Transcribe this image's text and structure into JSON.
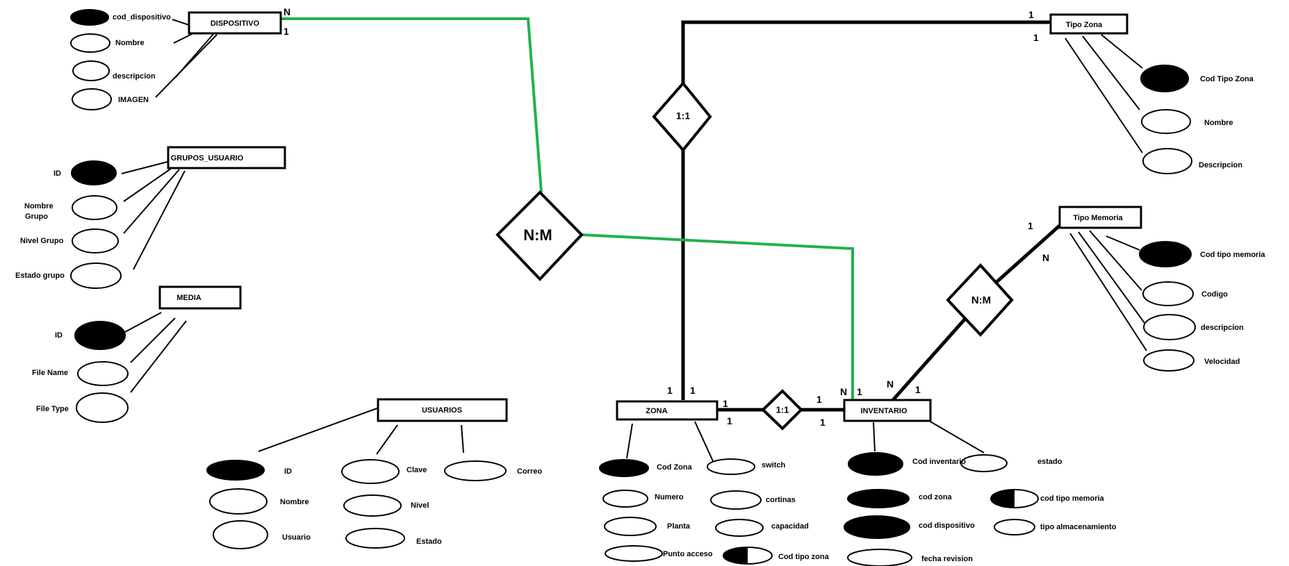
{
  "entities": {
    "dispositivo": "DISPOSITIVO",
    "grupos_usuario": "GRUPOS_USUARIO",
    "media": "MEDIA",
    "usuarios": "USUARIOS",
    "zona": "ZONA",
    "inventario": "INVENTARIO",
    "tipo_zona": "Tipo Zona",
    "tipo_memoria": "Tipo Memoria"
  },
  "relationships": {
    "tipozona_zona": "1:1",
    "dispositivo_inventario": "N:M",
    "zona_inventario": "1:1",
    "tipomemoria_inventario": "N:M"
  },
  "attributes": {
    "dispositivo": [
      "cod_dispositivo",
      "Nombre",
      "descripcion",
      "IMAGEN"
    ],
    "grupos_usuario": [
      "ID",
      "Nombre",
      "Grupo",
      "Nivel Grupo",
      "Estado grupo"
    ],
    "media": [
      "ID",
      "File Name",
      "File Type"
    ],
    "usuarios": [
      "ID",
      "Nombre",
      "Usuario",
      "Clave",
      "Nivel",
      "Estado",
      "Correo"
    ],
    "zona": [
      "Cod Zona",
      "Numero",
      "Planta",
      "Punto acceso",
      "switch",
      "cortinas",
      "capacidad",
      "Cod tipo zona"
    ],
    "inventario": [
      "Cod inventario",
      "cod zona",
      "cod dispositivo",
      "fecha revision",
      "estado",
      "cod tipo memoria",
      "tipo almacenamiento"
    ],
    "tipo_zona": [
      "Cod Tipo Zona",
      "Nombre",
      "Descripcion"
    ],
    "tipo_memoria": [
      "Cod tipo memoria",
      "Codigo",
      "descripcion",
      "Velocidad"
    ]
  },
  "cardinalities": {
    "dispositivo_n": "N",
    "dispositivo_1": "1",
    "tipozona_a": "1",
    "tipozona_b": "1",
    "zona_top_a": "1",
    "zona_top_b": "1",
    "zona_right_a": "1",
    "zona_right_b": "1",
    "inv_left_a": "1",
    "inv_left_b": "1",
    "inv_top_n": "N",
    "inv_top_1": "1",
    "inv_top_n2": "N",
    "inv_top_1b": "1",
    "tipomem_1": "1",
    "tipomem_n": "N"
  },
  "colors": {
    "line": "#000000",
    "highlight_line": "#22b14c",
    "background": "#ffffff"
  }
}
